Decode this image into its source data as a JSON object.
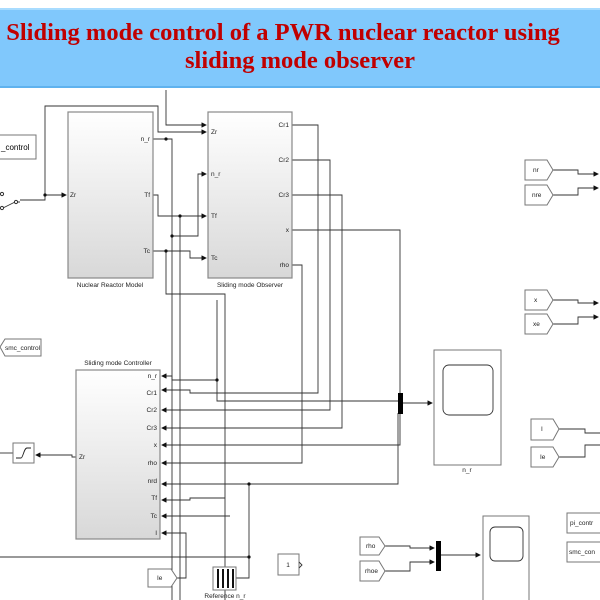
{
  "banner": {
    "title_line1": "Sliding mode control of a PWR nuclear reactor using",
    "title_line2": "sliding mode observer",
    "background": "#80c8fc",
    "text_color": "#c00000"
  },
  "reactor": {
    "label": "Nuclear Reactor Model",
    "in": [
      "Zr"
    ],
    "out": [
      "n_r",
      "Tf",
      "Tc"
    ]
  },
  "observer": {
    "label": "Sliding mode Observer",
    "in": [
      "Zr",
      "n_r",
      "Tf",
      "Tc"
    ],
    "out": [
      "Cr1",
      "Cr2",
      "Cr3",
      "x",
      "rho"
    ]
  },
  "controller": {
    "label": "Sliding mode Controller",
    "out": [
      "Zr"
    ],
    "in": [
      "n_r",
      "Cr1",
      "Cr2",
      "Cr3",
      "x",
      "rho",
      "nrd",
      "Tf",
      "Tc",
      "I"
    ]
  },
  "tags": {
    "pi_goto": "_control",
    "smc_from": "smc_control",
    "ie_from": "Ie",
    "nr": "nr",
    "nre": "nre",
    "x": "x",
    "xe": "xe",
    "i": "I",
    "ie": "Ie",
    "rho": "rho",
    "rhoe": "rhoe",
    "pi_control": "pi_contr",
    "smc_control": "smc_con"
  },
  "reference_label": "Reference n_r",
  "constant_value": "1",
  "scope_label": "n_r"
}
